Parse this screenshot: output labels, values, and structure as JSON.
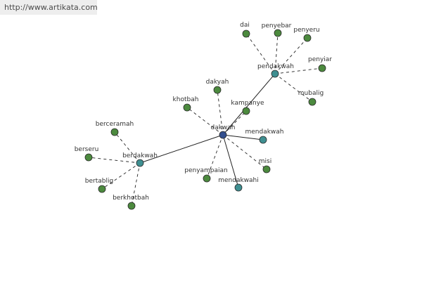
{
  "watermark": {
    "url": "http://www.artikata.com"
  },
  "colors": {
    "background": "#ffffff",
    "banner": "#eeeeee",
    "center_node": "#334f8e",
    "hub_node": "#3f8f91",
    "leaf_node": "#4c8a3e",
    "node_stroke": "#2a2a2a",
    "edge": "#222222",
    "label": "#333333"
  },
  "diagram": {
    "nodes": [
      {
        "id": "dakwah",
        "label": "dakwah",
        "kind": "center"
      },
      {
        "id": "pendakwah",
        "label": "pendakwah",
        "kind": "hub"
      },
      {
        "id": "berdakwah",
        "label": "berdakwah",
        "kind": "hub"
      },
      {
        "id": "mendakwah",
        "label": "mendakwah",
        "kind": "hub"
      },
      {
        "id": "mendakwahi",
        "label": "mendakwahi",
        "kind": "hub"
      },
      {
        "id": "dai",
        "label": "dai",
        "kind": "leaf"
      },
      {
        "id": "penyebar",
        "label": "penyebar",
        "kind": "leaf"
      },
      {
        "id": "penyeru",
        "label": "penyeru",
        "kind": "leaf"
      },
      {
        "id": "penyiar",
        "label": "penyiar",
        "kind": "leaf"
      },
      {
        "id": "mubalig",
        "label": "mubalig",
        "kind": "leaf"
      },
      {
        "id": "dakyah",
        "label": "dakyah",
        "kind": "leaf"
      },
      {
        "id": "khotbah",
        "label": "khotbah",
        "kind": "leaf"
      },
      {
        "id": "kampanye",
        "label": "kampanye",
        "kind": "leaf"
      },
      {
        "id": "misi",
        "label": "misi",
        "kind": "leaf"
      },
      {
        "id": "penyampaian",
        "label": "penyampaian",
        "kind": "leaf"
      },
      {
        "id": "berceramah",
        "label": "berceramah",
        "kind": "leaf"
      },
      {
        "id": "berseru",
        "label": "berseru",
        "kind": "leaf"
      },
      {
        "id": "bertablig",
        "label": "bertablig",
        "kind": "leaf"
      },
      {
        "id": "berkhotbah",
        "label": "berkhotbah",
        "kind": "leaf"
      }
    ],
    "edges": [
      {
        "from": "dakwah",
        "to": "pendakwah",
        "style": "solid"
      },
      {
        "from": "dakwah",
        "to": "berdakwah",
        "style": "solid"
      },
      {
        "from": "dakwah",
        "to": "mendakwah",
        "style": "solid"
      },
      {
        "from": "dakwah",
        "to": "mendakwahi",
        "style": "solid"
      },
      {
        "from": "pendakwah",
        "to": "dai",
        "style": "dashed"
      },
      {
        "from": "pendakwah",
        "to": "penyebar",
        "style": "dashed"
      },
      {
        "from": "pendakwah",
        "to": "penyeru",
        "style": "dashed"
      },
      {
        "from": "pendakwah",
        "to": "penyiar",
        "style": "dashed"
      },
      {
        "from": "pendakwah",
        "to": "mubalig",
        "style": "dashed"
      },
      {
        "from": "dakwah",
        "to": "dakyah",
        "style": "dashed"
      },
      {
        "from": "dakwah",
        "to": "khotbah",
        "style": "dashed"
      },
      {
        "from": "dakwah",
        "to": "kampanye",
        "style": "dashed"
      },
      {
        "from": "dakwah",
        "to": "misi",
        "style": "dashed"
      },
      {
        "from": "dakwah",
        "to": "penyampaian",
        "style": "dashed"
      },
      {
        "from": "berdakwah",
        "to": "berceramah",
        "style": "dashed"
      },
      {
        "from": "berdakwah",
        "to": "berseru",
        "style": "dashed"
      },
      {
        "from": "berdakwah",
        "to": "bertablig",
        "style": "dashed"
      },
      {
        "from": "berdakwah",
        "to": "berkhotbah",
        "style": "dashed"
      }
    ]
  }
}
